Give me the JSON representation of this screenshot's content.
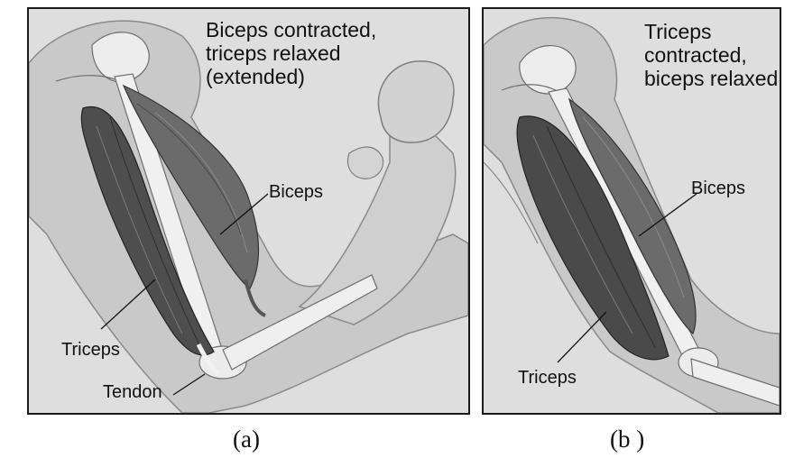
{
  "panel_a": {
    "heading": [
      "Biceps contracted,",
      "triceps relaxed",
      "(extended)"
    ],
    "labels": {
      "biceps": "Biceps",
      "triceps": "Triceps",
      "tendon": "Tendon"
    },
    "caption": "(a)"
  },
  "panel_b": {
    "heading": [
      "Triceps",
      "contracted,",
      "biceps relaxed"
    ],
    "labels": {
      "biceps": "Biceps",
      "triceps": "Triceps"
    },
    "caption": "(b )"
  },
  "colors": {
    "frame": "#1a1a1a",
    "background": "#dedede",
    "skin": "#c7c7c7",
    "muscle": "#6a6a6a",
    "muscle_dark": "#3a3a3a",
    "bone": "#f2f2f2"
  }
}
